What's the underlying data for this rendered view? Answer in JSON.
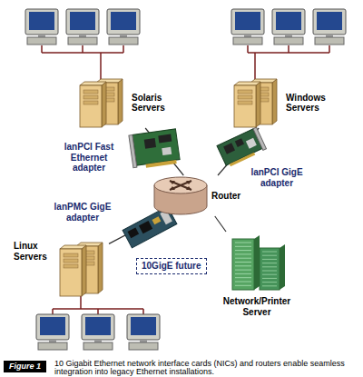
{
  "diagram": {
    "caption": "10 Gigabit Ethernet network interface cards (NICs) and routers enable seamless integration into legacy Ethernet installations.",
    "nodes": [
      {
        "text": [
          "Solaris Servers"
        ]
      },
      {
        "text": [
          "Windows Servers"
        ]
      },
      {
        "text": [
          "Router"
        ]
      },
      {
        "text": [
          "Linux Servers"
        ]
      },
      {
        "text": [
          "10GigE future"
        ]
      },
      {
        "text": [
          "Network/Printer Server"
        ]
      }
    ],
    "edges": [
      {
        "from": 0,
        "to": 2,
        "arrow": "none"
      },
      {
        "from": 1,
        "to": 2,
        "arrow": "none"
      },
      {
        "from": 3,
        "to": 2,
        "arrow": "none"
      },
      {
        "from": 2,
        "to": 5,
        "arrow": "none"
      }
    ],
    "labels": [
      "lanPCI Fast Ethernet adapter",
      "lanPCI GigE adapter",
      "lanPMC GigE adapter",
      "Figure 1"
    ]
  }
}
